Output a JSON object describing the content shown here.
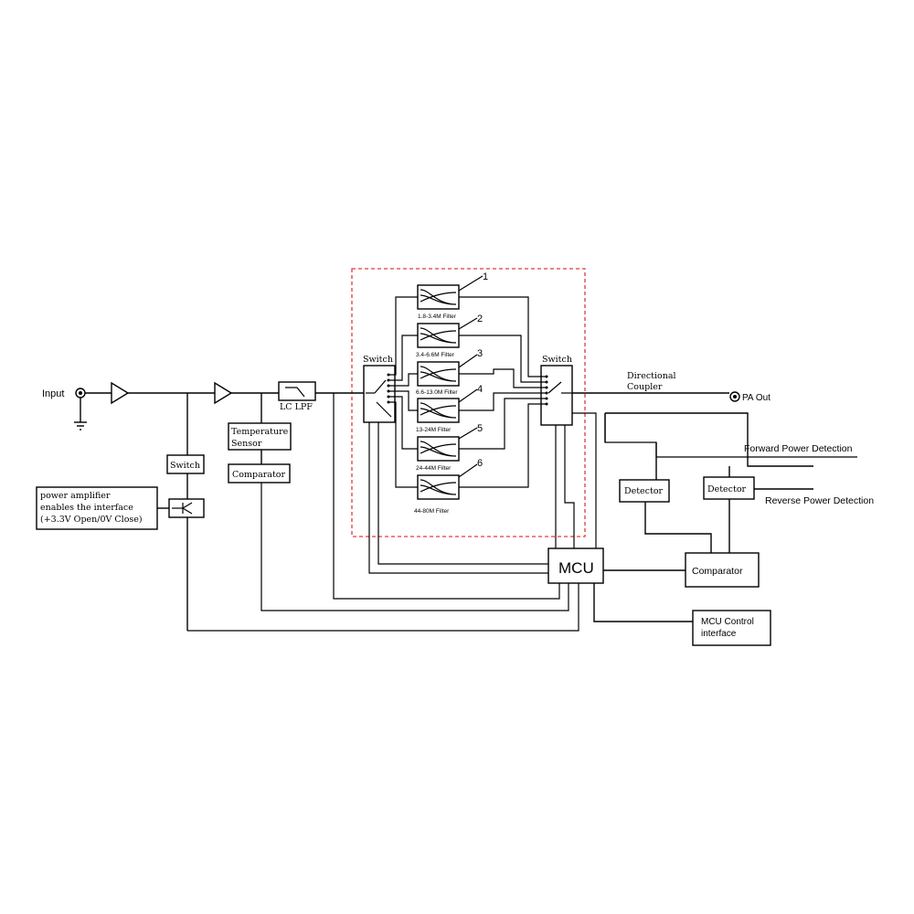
{
  "labels": {
    "input": "Input",
    "lc_lpf": "LC LPF",
    "switch_left": "Switch",
    "switch_right": "Switch",
    "switch_small": "Switch",
    "temp_sensor_1": "Temperature",
    "temp_sensor_2": "Sensor",
    "comparator_small": "Comparator",
    "pa_enable_1": "power amplifier",
    "pa_enable_2": "enables the interface",
    "pa_enable_3": "(+3.3V Open/0V Close)",
    "directional_1": "Directional",
    "directional_2": "Coupler",
    "pa_out": "PA Out",
    "forward": "Forward Power Detection",
    "reverse": "Reverse Power Detection",
    "detector1": "Detector",
    "detector2": "Detector",
    "mcu": "MCU",
    "comparator_big": "Comparator",
    "mcu_ctrl_1": "MCU Control",
    "mcu_ctrl_2": "interface"
  },
  "filters": [
    {
      "num": "1",
      "label": "1.8-3.4M Filter"
    },
    {
      "num": "2",
      "label": "3.4-6.6M Filter"
    },
    {
      "num": "3",
      "label": "6.6-13.0M Filter"
    },
    {
      "num": "4",
      "label": "13-24M Filter"
    },
    {
      "num": "5",
      "label": "24-44M Filter"
    },
    {
      "num": "6",
      "label": "44-80M Filter"
    }
  ]
}
